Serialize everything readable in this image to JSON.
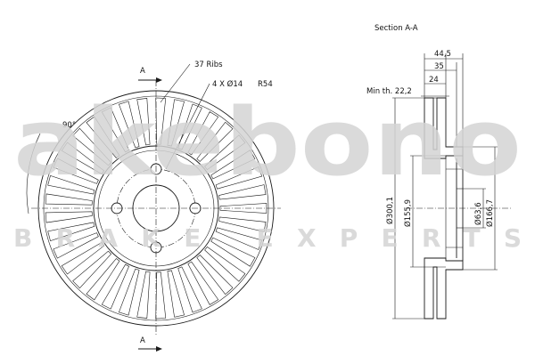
{
  "watermark": {
    "brand": "akebono",
    "tagline": "BRAKE EXPERTS"
  },
  "front_view": {
    "section_marker": "A",
    "angle_label": "90°",
    "ribs_label": "37 Ribs",
    "holes_label": "4 X Ø14",
    "radius_label": "R54",
    "rib_count": 37,
    "hole_count": 4
  },
  "section_view": {
    "title": "Section A-A",
    "dim_overall_width": "44,5",
    "dim_hat_depth": "35",
    "dim_disc_thickness": "24",
    "min_thickness": "Min th. 22,2",
    "dia_outer": "Ø300,1",
    "dia_hat": "Ø155,9",
    "dia_center_bore": "Ø63,6",
    "dia_hub_face": "Ø166,7"
  }
}
